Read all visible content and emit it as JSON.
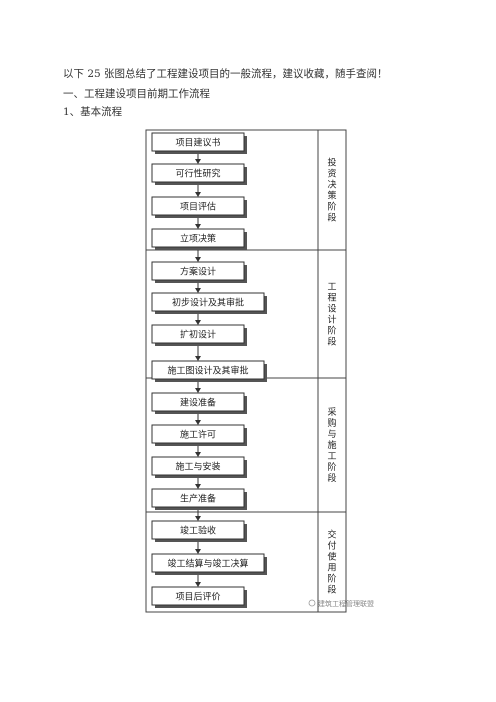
{
  "intro": "以下 25 张图总结了工程建设项目的一般流程，建议收藏，随手查阅！",
  "section_title": "一、工程建设项目前期工作流程",
  "subsection_title": "1、基本流程",
  "flowchart": {
    "steps": [
      "项目建议书",
      "可行性研究",
      "项目评估",
      "立项决策",
      "方案设计",
      "初步设计及其审批",
      "扩初设计",
      "施工图设计及其审批",
      "建设准备",
      "施工许可",
      "施工与安装",
      "生产准备",
      "竣工验收",
      "竣工结算与竣工决算",
      "项目后评价"
    ],
    "stages": [
      {
        "label": "投资决策阶段"
      },
      {
        "label": "工程设计阶段"
      },
      {
        "label": "采购与施工阶段"
      },
      {
        "label": "交付使用阶段"
      }
    ],
    "watermark": "建筑工程管理联盟"
  }
}
